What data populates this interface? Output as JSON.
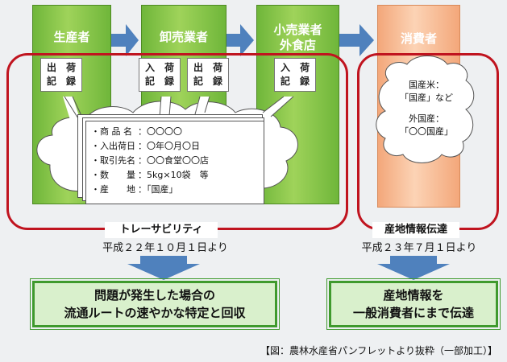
{
  "stages": {
    "producer": "生産者",
    "wholesaler": "卸売業者",
    "retailer_line1": "小売業者",
    "retailer_line2": "外食店",
    "consumer": "消費者"
  },
  "records": {
    "ship": [
      "出　荷",
      "記　録"
    ],
    "receive": [
      "入　荷",
      "記　録"
    ]
  },
  "document_fields": [
    {
      "key": "・商 品 名",
      "value": "：〇〇〇〇"
    },
    {
      "key": "・入出荷日",
      "value": "：〇年〇月〇日"
    },
    {
      "key": "・取引先名",
      "value": "：〇〇食堂〇〇店"
    },
    {
      "key": "・数　　量",
      "value": "：5kg×10袋　等"
    },
    {
      "key": "・産　　地",
      "value": "：「国産」"
    }
  ],
  "consumer_info": {
    "domestic_label": "国産米：",
    "domestic_value": "「国産」など",
    "foreign_label": "外国産：",
    "foreign_value": "「〇〇国産」"
  },
  "traceability": {
    "label": "トレーサビリティ",
    "date": "平成２２年１０月１日より",
    "result_line1": "問題が発生した場合の",
    "result_line2": "流通ルートの速やかな特定と回収"
  },
  "origin_info": {
    "label": "産地情報伝達",
    "date": "平成２３年７月１日より",
    "result_line1": "産地情報を",
    "result_line2": "一般消費者にまで伝達"
  },
  "caption": "【図：農林水産省パンフレットより抜粋（一部加工）】",
  "colors": {
    "green": "#7fc143",
    "orange": "#f8be98",
    "red_frame": "#c0141f",
    "arrow_blue": "#4f81bd",
    "result_fill": "#d9f0cc"
  }
}
